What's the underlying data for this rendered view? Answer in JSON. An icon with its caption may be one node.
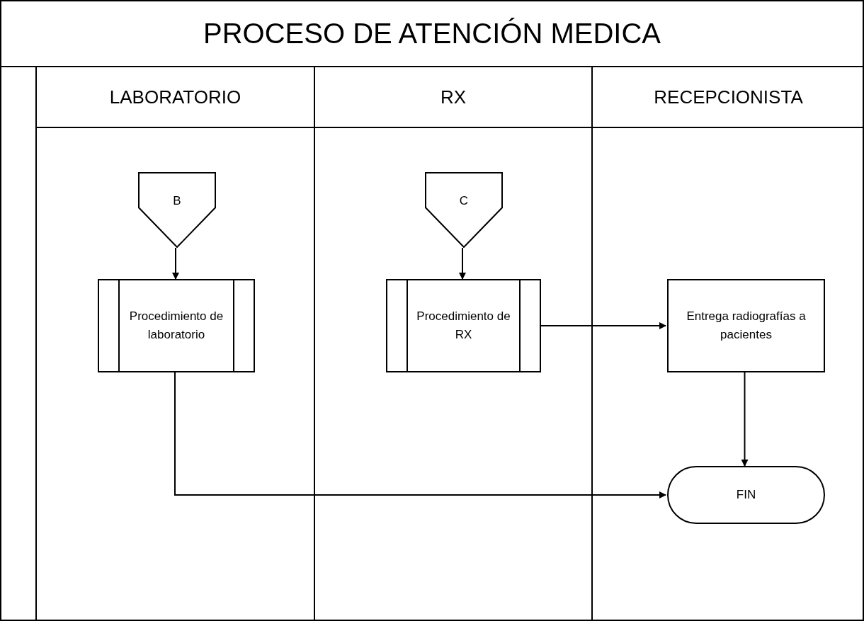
{
  "diagram": {
    "title": "PROCESO DE ATENCIÓN MEDICA",
    "nodes": [
      {
        "text": [
          "LABORATORIO"
        ]
      },
      {
        "text": [
          "RX"
        ]
      },
      {
        "text": [
          "RECEPCIONISTA"
        ]
      },
      {
        "text": [
          "B"
        ],
        "in": 0
      },
      {
        "text": [
          "Procedimiento de laboratorio"
        ],
        "in": 0
      },
      {
        "text": [
          "C"
        ],
        "in": 1
      },
      {
        "text": [
          "Procedimiento de RX"
        ],
        "in": 1
      },
      {
        "text": [
          "Entrega radiografías a pacientes"
        ],
        "in": 2
      },
      {
        "text": [
          "FIN"
        ],
        "in": 2
      }
    ],
    "edges": [
      {
        "from": 3,
        "to": 4,
        "arrow": "to"
      },
      {
        "from": 5,
        "to": 6,
        "arrow": "to"
      },
      {
        "from": 6,
        "to": 7,
        "arrow": "to"
      },
      {
        "from": 7,
        "to": 8,
        "arrow": "to"
      },
      {
        "from": 4,
        "to": 8,
        "arrow": "to"
      }
    ]
  }
}
